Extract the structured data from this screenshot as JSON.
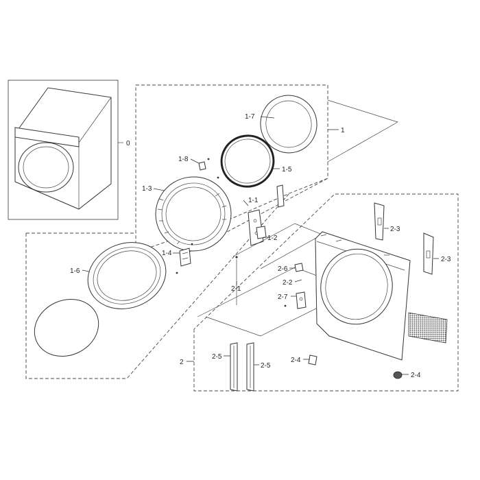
{
  "labels": {
    "l0": "0",
    "l1": "1",
    "l1_1": "1-1",
    "l1_2": "1-2",
    "l1_3": "1-3",
    "l1_4": "1-4",
    "l1_5": "1-5",
    "l1_6": "1-6",
    "l1_7": "1-7",
    "l1_8": "1-8",
    "l2": "2",
    "l2_1": "2-1",
    "l2_2": "2-2",
    "l2_3a": "2-3",
    "l2_3b": "2-3",
    "l2_4a": "2-4",
    "l2_4b": "2-4",
    "l2_5a": "2-5",
    "l2_5b": "2-5",
    "l2_6": "2-6",
    "l2_7": "2-7"
  },
  "colors": {
    "line": "#333333",
    "background": "#ffffff",
    "filter_mesh": "#555555"
  }
}
